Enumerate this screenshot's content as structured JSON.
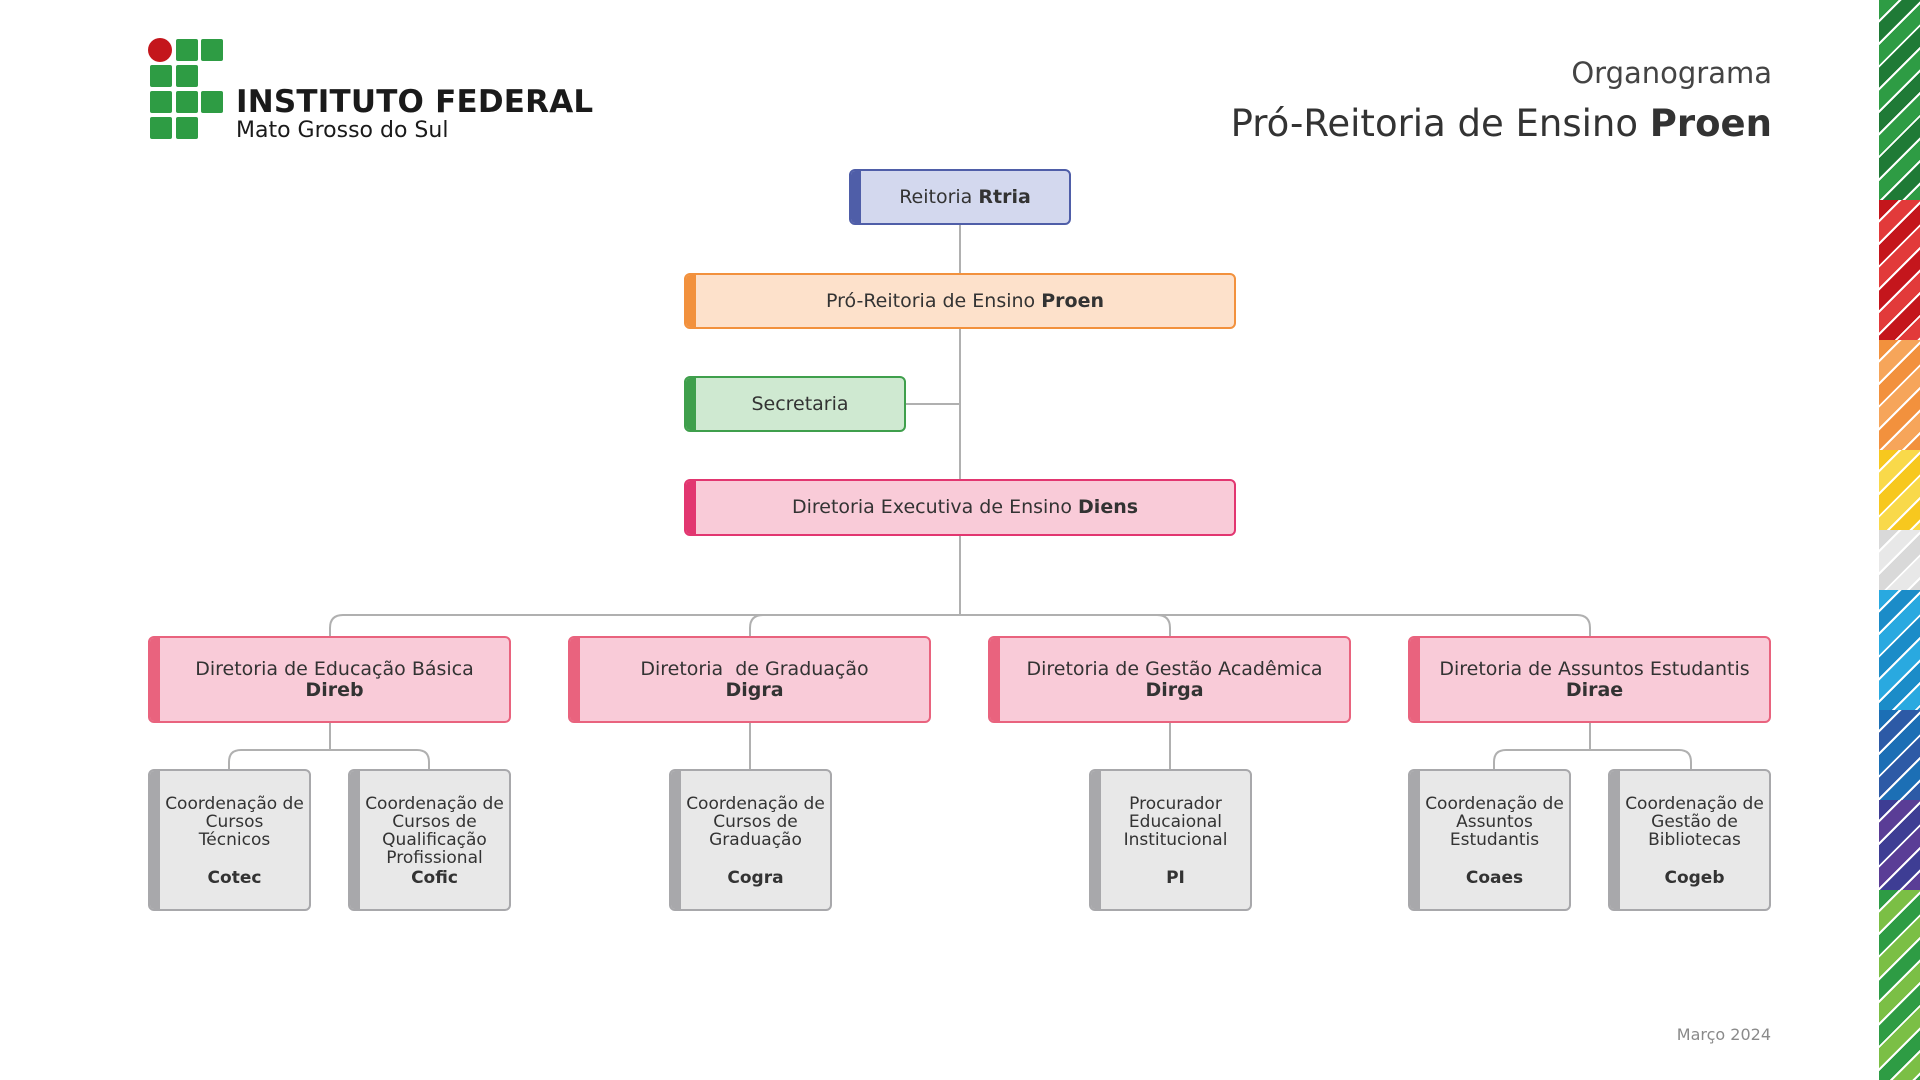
{
  "brand": {
    "name": "INSTITUTO FEDERAL",
    "campus": "Mato Grosso do Sul",
    "colors": {
      "green": "#2e9c44",
      "red": "#c4161c"
    }
  },
  "header": {
    "label": "Organograma",
    "unit_name": "Pró-Reitoria de Ensino",
    "unit_abbr": "Proen"
  },
  "nodes": {
    "reitoria": {
      "name": "Reitoria",
      "abbr": "Rtria"
    },
    "proen": {
      "name": "Pró-Reitoria de Ensino",
      "abbr": "Proen"
    },
    "secretaria": {
      "name": "Secretaria"
    },
    "diens": {
      "name": "Diretoria Executiva de Ensino",
      "abbr": "Diens"
    },
    "direb": {
      "name": "Diretoria de Educação Básica",
      "abbr": "Direb"
    },
    "digra": {
      "name": "Diretoria  de Graduação",
      "abbr": "Digra"
    },
    "dirga": {
      "name": "Diretoria de Gestão Acadêmica",
      "abbr": "Dirga"
    },
    "dirae": {
      "name": "Diretoria de Assuntos Estudantis",
      "abbr": "Dirae"
    },
    "cotec": {
      "name": "Coordenação de\nCursos\nTécnicos",
      "abbr": "Cotec"
    },
    "cofic": {
      "name": "Coordenação de\nCursos de\nQualificação\nProfissional",
      "abbr": "Cofic"
    },
    "cogra": {
      "name": "Coordenação de\nCursos de\nGraduação",
      "abbr": "Cogra"
    },
    "pi": {
      "name": "Procurador\nEducaional\nInstitucional",
      "abbr": "PI"
    },
    "coaes": {
      "name": "Coordenação de\nAssuntos\nEstudantis",
      "abbr": "Coaes"
    },
    "cogeb": {
      "name": "Coordenação de\nGestão de\nBibliotecas",
      "abbr": "Cogeb"
    }
  },
  "footer": {
    "date": "Março 2024"
  },
  "colors": {
    "reitoria": "#4f5ea8",
    "proen": "#f2913d",
    "secretaria": "#3f9f4c",
    "diens": "#e23670",
    "diretorias": "#e9637e",
    "coordenacoes": "#a8a8ab",
    "connector": "#b0b0b0"
  }
}
